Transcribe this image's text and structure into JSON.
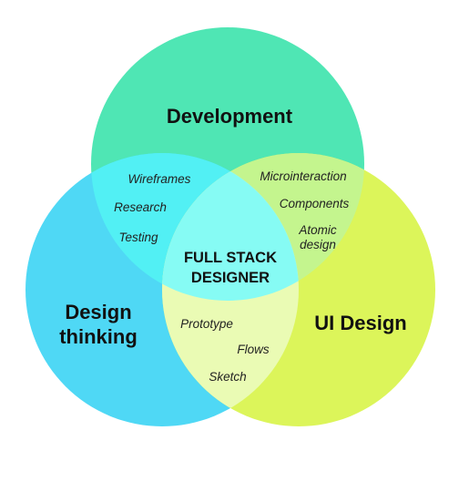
{
  "diagram": {
    "sets": {
      "development": {
        "label": "Development",
        "color": "#4fe6b4"
      },
      "design_thinking": {
        "label_lines": [
          "Design",
          "thinking"
        ],
        "color": "#4fd8f5"
      },
      "ui_design": {
        "label": "UI Design",
        "color": "#dcf55a"
      }
    },
    "overlaps": {
      "development_design_thinking": {
        "color": "#52f0f4",
        "items": [
          "Wireframes",
          "Research",
          "Testing"
        ]
      },
      "development_ui_design": {
        "color": "#c4f58e",
        "items": [
          "Microinteraction",
          "Components",
          "Atomic",
          "design"
        ]
      },
      "design_thinking_ui_design": {
        "color": "#eafbb4",
        "items": [
          "Prototype",
          "Flows",
          "Sketch"
        ]
      }
    },
    "center": {
      "color": "#86fbf4",
      "lines": [
        "FULL STACK",
        "DESIGNER"
      ]
    }
  }
}
